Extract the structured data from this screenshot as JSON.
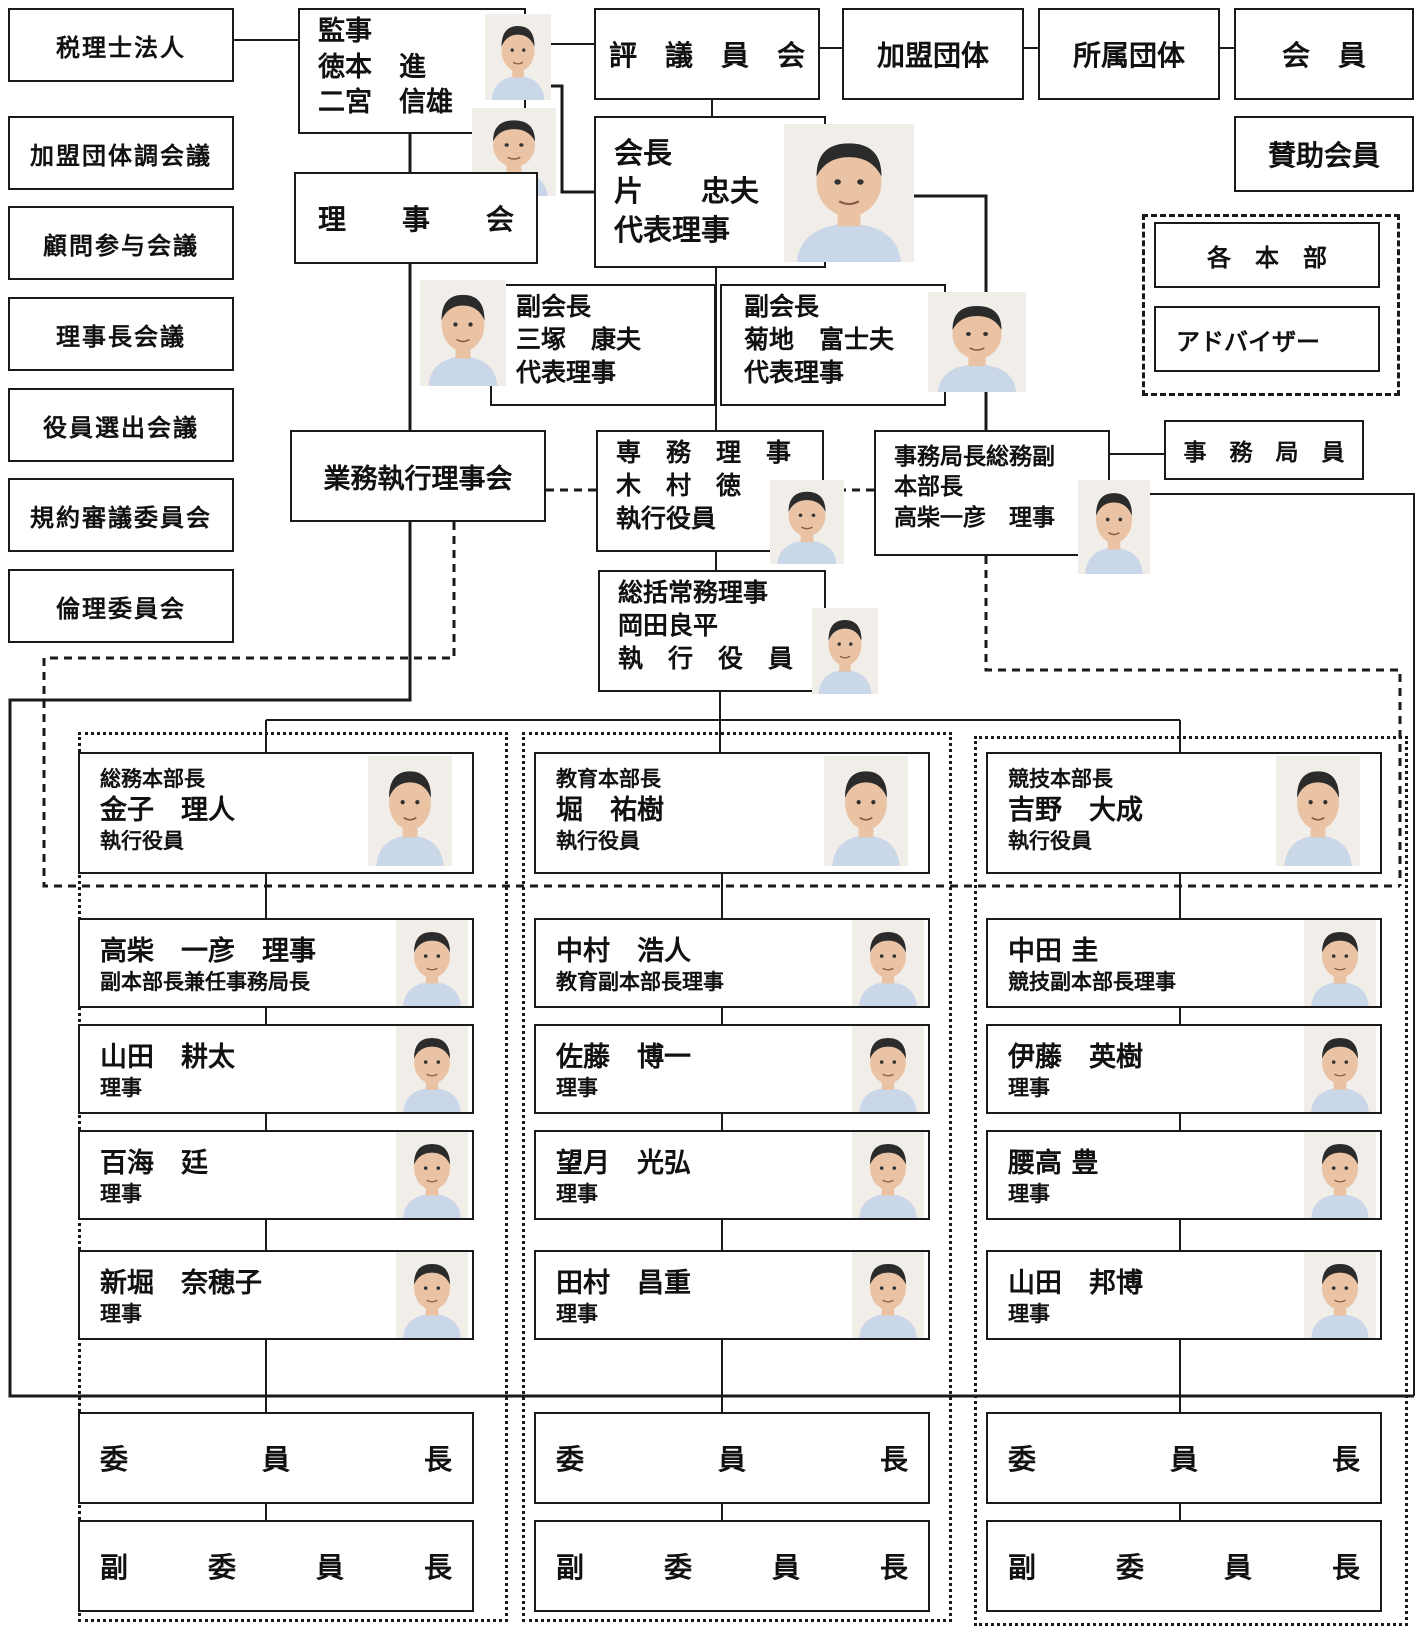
{
  "left_column": [
    "税理士法人",
    "加盟団体調会議",
    "顧問参与会議",
    "理事長会議",
    "役員選出会議",
    "規約審議委員会",
    "倫理委員会"
  ],
  "auditor": {
    "lines": [
      "監事",
      "徳本　進",
      "二宮　信雄"
    ]
  },
  "board": {
    "label": "理　　事　　会"
  },
  "council": {
    "label": "評　議　員　会"
  },
  "affiliated": "加盟団体",
  "member_org": "所属団体",
  "members": "会　員",
  "supporters": "賛助会員",
  "president": {
    "lines": [
      "会長",
      "片　　忠夫",
      "代表理事"
    ]
  },
  "vp1": {
    "lines": [
      "副会長",
      "三塚　康夫",
      "代表理事"
    ]
  },
  "vp2": {
    "lines": [
      "副会長",
      "菊地　富士夫",
      "代表理事"
    ]
  },
  "hq_group": {
    "hq": "各　本　部",
    "advisor": "アドバイザー"
  },
  "exec_board": "業務執行理事会",
  "exec_director": {
    "lines": [
      "専　務　理　事",
      "木　村　徳",
      "執行役員"
    ]
  },
  "secretariat_head": {
    "lines": [
      "事務局長総務副",
      "本部長",
      "高柴一彦　理事"
    ]
  },
  "secretariat_staff": "事　務　局　員",
  "managing_director": {
    "lines": [
      "総括常務理事",
      "岡田良平",
      "執　行　役　員"
    ]
  },
  "departments": [
    {
      "head": {
        "title": "総務本部長",
        "name": "金子　理人",
        "role": "執行役員"
      },
      "members": [
        {
          "name": "高柴　一彦　理事",
          "role": "副本部長兼任事務局長"
        },
        {
          "name": "山田　耕太",
          "role": "理事"
        },
        {
          "name": "百海　廷",
          "role": "理事"
        },
        {
          "name": "新堀　奈穂子",
          "role": "理事"
        }
      ]
    },
    {
      "head": {
        "title": "教育本部長",
        "name": "堀　祐樹",
        "role": "執行役員"
      },
      "members": [
        {
          "name": "中村　浩人",
          "role": "教育副本部長理事"
        },
        {
          "name": "佐藤　博一",
          "role": "理事"
        },
        {
          "name": "望月　光弘",
          "role": "理事"
        },
        {
          "name": "田村　昌重",
          "role": "理事"
        }
      ]
    },
    {
      "head": {
        "title": "競技本部長",
        "name": "吉野　大成",
        "role": "執行役員"
      },
      "members": [
        {
          "name": "中田 圭",
          "role": "競技副本部長理事"
        },
        {
          "name": "伊藤　英樹",
          "role": "理事"
        },
        {
          "name": "腰高 豊",
          "role": "理事"
        },
        {
          "name": "山田　邦博",
          "role": "理事"
        }
      ]
    }
  ],
  "committee_chair": [
    "委",
    "員",
    "長"
  ],
  "committee_vice": [
    "副",
    "委",
    "員",
    "長"
  ],
  "colors": {
    "line": "#1a1a1a",
    "skin": "#e9c3a3",
    "hair": "#2b2b2b",
    "shirt": "#c9d7e8"
  }
}
